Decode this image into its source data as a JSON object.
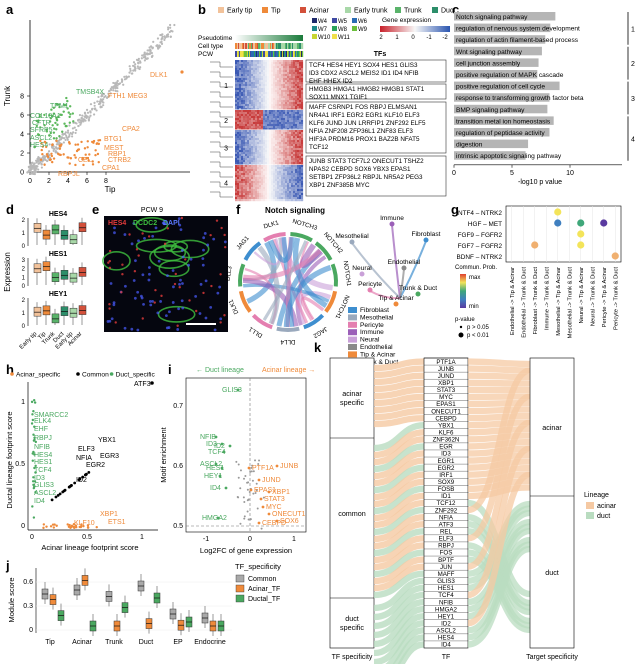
{
  "panels": {
    "a": "a",
    "b": "b",
    "c": "c",
    "d": "d",
    "e": "e",
    "f": "f",
    "g": "g",
    "h": "h",
    "i": "i",
    "j": "j",
    "k": "k"
  },
  "a": {
    "xlabel": "Tip",
    "ylabel": "Trunk",
    "xticks": [
      "0",
      "2",
      "4",
      "6",
      "8"
    ],
    "yticks": [
      "0",
      "2",
      "4",
      "6",
      "8"
    ],
    "genes_orange": [
      "DLK1",
      "FTH1",
      "MEG3",
      "BTG1",
      "MEST",
      "RBP1",
      "CPA2",
      "CTRB2",
      "CEL",
      "CPA1",
      "RBPJL"
    ],
    "genes_green": [
      "TMSB4X",
      "TPM1",
      "COL18A1",
      "CFTR",
      "SFRP5",
      "ASCL2",
      "HES4"
    ]
  },
  "b": {
    "pseudotime": "Pseudotime",
    "celltype": "Cell type",
    "pcw": "PCW",
    "legend_types": [
      {
        "label": "Early tip",
        "color": "#f2c29a"
      },
      {
        "label": "Tip",
        "color": "#ef8a3a"
      },
      {
        "label": "Acinar",
        "color": "#d3503a"
      },
      {
        "label": "Early trunk",
        "color": "#a8d8a8"
      },
      {
        "label": "Trunk",
        "color": "#59b36a"
      },
      {
        "label": "Duct",
        "color": "#2c8e6a"
      }
    ],
    "legend_weeks": [
      {
        "label": "W4",
        "color": "#1f2a6b"
      },
      {
        "label": "W5",
        "color": "#3f4aa3"
      },
      {
        "label": "W6",
        "color": "#2a6cb4"
      },
      {
        "label": "W7",
        "color": "#1f8a8a"
      },
      {
        "label": "W8",
        "color": "#2ba35a"
      },
      {
        "label": "W9",
        "color": "#6bbf3c"
      },
      {
        "label": "W10",
        "color": "#c8d631"
      },
      {
        "label": "W11",
        "color": "#f0e04a"
      }
    ],
    "expr_title": "Gene expression",
    "expr_ticks": [
      "2",
      "1",
      "0",
      "-1",
      "-2"
    ],
    "tfs_title": "TFs",
    "clusters": [
      "1",
      "2",
      "3",
      "4"
    ],
    "tfs": [
      [
        "TCF4 HES4 HEY1 SOX4 HES1 GLIS3",
        "ID3 CDX2 ASCL2 MEIS2 ID1 ID4 NFIB",
        "EHF HHEX ID2"
      ],
      [
        "HMGB3 HMGA1 HMGB2 HMGB1 STAT1",
        "SOX11 MNX1 TGIF1"
      ],
      [
        "MAFF CSRNP1 FOS RBPJ ELMSAN1",
        "NR4A1 IRF1 EGR2 EGR1 KLF10 ELF3",
        "KLF6 JUND JUN LRRFIP1 ZNF292 ELF5",
        "NFIA ZNF208 ZFP36L1 ZNF83 ELF3",
        "HIF3A PRDM16 PROX1 BAZ2B NFAT5",
        "TCF12"
      ],
      [
        "JUNB STAT3 TCF7L2 ONECUT1 TSHZ2",
        "NPAS2 CEBPD SOX6 YBX3 EPAS1",
        "SETBP1 ZFP36L2 RBPJL NR5A2 PEG3",
        "XBP1 ZNF385B MYC"
      ]
    ]
  },
  "c": {
    "terms": [
      {
        "label": "Notch signaling pathway",
        "value": 10.8
      },
      {
        "label": "regulation of nervous system development",
        "value": 9.6
      },
      {
        "label": "regulation of actin filament-based process",
        "value": 8.4
      },
      {
        "label": "Wnt signaling pathway",
        "value": 7.6
      },
      {
        "label": "cell junction assembly",
        "value": 6.8
      },
      {
        "label": "positive regulation of MAPK cascade",
        "value": 6.5
      },
      {
        "label": "positive regulation of cell cycle",
        "value": 11.8
      },
      {
        "label": "response to transforming growth factor beta",
        "value": 9.4
      },
      {
        "label": "BMP signaling pathway",
        "value": 8.9
      },
      {
        "label": "transition metal ion homeostasis",
        "value": 10.4
      },
      {
        "label": "regulation of peptidase activity",
        "value": 9.4
      },
      {
        "label": "digestion",
        "value": 4.3
      },
      {
        "label": "intrinsic apoptotic signaling pathway",
        "value": 3.7
      }
    ],
    "cluster_labels": [
      "1",
      "2",
      "3",
      "4"
    ],
    "xticks": [
      "0",
      "5",
      "10"
    ],
    "xlabel": "-log10 p value"
  },
  "d": {
    "genes": [
      "HES4",
      "HES1",
      "HEY1"
    ],
    "ylabel": "Expression",
    "categories": [
      "Early tip",
      "Tip",
      "Trunk",
      "Duct",
      "Early tip",
      "Acinar"
    ],
    "yticks": [
      [
        "0",
        "1",
        "2"
      ],
      [
        "0",
        "1",
        "2",
        "3"
      ],
      [
        "0",
        "1",
        "2"
      ]
    ]
  },
  "e": {
    "title": "PCW 9",
    "labels": [
      {
        "text": "HES4",
        "color": "#e23b3b"
      },
      {
        "text": "DCDC2",
        "color": "#3fbf3f"
      },
      {
        "text": "DAPI",
        "color": "#5a78ff"
      }
    ]
  },
  "f": {
    "title": "Notch signaling",
    "ligands": [
      "NOTCH3",
      "NOTCH2",
      "NOTCH1",
      "NOTCH1",
      "JAG2",
      "DLL4",
      "DLL1",
      "DLK1",
      "DLL3",
      "JAG1",
      "DLK1"
    ],
    "groups": [
      "Immune",
      "Fibroblast",
      "Mesothelial",
      "Endothelial",
      "Neural",
      "Pericyte",
      "Tip & Acinar",
      "Trunk & Duct"
    ],
    "legend": [
      {
        "label": "Fibroblast",
        "color": "#3e8ecf"
      },
      {
        "label": "Mesothelial",
        "color": "#9aa9bd"
      },
      {
        "label": "Pericyte",
        "color": "#e47fb0"
      },
      {
        "label": "Immune",
        "color": "#9b5fb8"
      },
      {
        "label": "Neural",
        "color": "#c9a0d8"
      },
      {
        "label": "Endothelial",
        "color": "#8a8a8a"
      },
      {
        "label": "Tip & Acinar",
        "color": "#ef8a3a"
      },
      {
        "label": "Trunk & Duct",
        "color": "#4aa860"
      }
    ]
  },
  "g": {
    "rows": [
      "NTF4 – NTRK2",
      "HGF – MET",
      "FGF9 – FGFR2",
      "FGF7 – FGFR2",
      "BDNF – NTRK2"
    ],
    "cols": [
      "Endothelial -> Tip & Acinar",
      "Endothelial -> Trunk & Duct",
      "Fibroblast -> Trunk & Duct",
      "Immune -> Trunk & Duct",
      "Mesothelial -> Tip & Acinar",
      "Mesothelial -> Trunk & Duct",
      "Neural -> Tip & Acinar",
      "Neural -> Trunk & Duct",
      "Pericyte -> Tip & Acinar",
      "Pericyte -> Trunk & Duct"
    ],
    "points": [
      {
        "row": 0,
        "col": 4,
        "color": "#f3e45a"
      },
      {
        "row": 1,
        "col": 4,
        "color": "#3f7fbf"
      },
      {
        "row": 1,
        "col": 6,
        "color": "#3fa77a"
      },
      {
        "row": 1,
        "col": 8,
        "color": "#5a3aa0"
      },
      {
        "row": 2,
        "col": 6,
        "color": "#f3e45a"
      },
      {
        "row": 3,
        "col": 2,
        "color": "#f0b070"
      },
      {
        "row": 3,
        "col": 6,
        "color": "#f3e45a"
      },
      {
        "row": 4,
        "col": 9,
        "color": "#f0b070"
      }
    ],
    "legend_title": "Commun. Prob.",
    "legend_max": "max",
    "legend_min": "min",
    "pvalue_title": "p-value",
    "pvalue_items": [
      "p > 0.05",
      "p < 0.01"
    ]
  },
  "h": {
    "legend": [
      "Acinar_specific",
      "Common",
      "Duct_specific"
    ],
    "xlabel": "Acinar lineage footprint score",
    "ylabel": "Ductal lineage footprint score",
    "xticks": [
      "0",
      "0.5",
      "1"
    ],
    "yticks": [
      "0",
      "0.5",
      "1"
    ],
    "labels_green": [
      "SMARCC2",
      "ELK4",
      "EHF",
      "RBPJ",
      "NFIB",
      "HES4",
      "HES1",
      "TCF4",
      "ID3",
      "GLIS3",
      "ASCL2",
      "ID4"
    ],
    "labels_black": [
      "ATF3",
      "YBX1",
      "ELF3",
      "EGR3",
      "NFIA",
      "EGR2",
      "ID2"
    ],
    "labels_orange": [
      "XBP1",
      "ETS1",
      "KLF10"
    ]
  },
  "i": {
    "duct_title": "Duct lineage",
    "acinar_title": "Acinar lineage",
    "xlabel": "Log2FC of gene expression",
    "ylabel": "Motif enrichment",
    "xticks": [
      "-1",
      "0",
      "1"
    ],
    "yticks": [
      "0.5",
      "0.6",
      "0.7"
    ],
    "labels_green": [
      "GLIS3",
      "NFIB",
      "ID3",
      "ID2",
      "TCF4",
      "ASCL2",
      "HES1",
      "HEY1",
      "ID4",
      "HMGA2"
    ],
    "labels_orange": [
      "JUNB",
      "PTF1A",
      "JUND",
      "EPAS1",
      "XBP1",
      "STAT3",
      "MYC",
      "ONECUT1",
      "SOX6",
      "CEBPD"
    ]
  },
  "j": {
    "ylabel": "Module score",
    "categories": [
      "Tip",
      "Acinar",
      "Trunk",
      "Duct",
      "EP",
      "Endocrine"
    ],
    "yticks": [
      "0",
      "0.3",
      "0.6"
    ],
    "legend_title": "TF_specificity",
    "legend": [
      {
        "label": "Common",
        "color": "#a9a9a9"
      },
      {
        "label": "Acinar_TF",
        "color": "#ef8a3a"
      },
      {
        "label": "Ductal_TF",
        "color": "#4aa860"
      }
    ],
    "medians": [
      [
        0.45,
        0.38,
        0.18
      ],
      [
        0.5,
        0.62,
        0.05
      ],
      [
        0.42,
        0.05,
        0.28
      ],
      [
        0.55,
        0.08,
        0.4
      ],
      [
        0.2,
        0.06,
        0.1
      ],
      [
        0.15,
        0.05,
        0.05
      ]
    ]
  },
  "k": {
    "left_labels": [
      "acinar specific",
      "common",
      "duct specific"
    ],
    "tfs": [
      "PTF1A",
      "JUNB",
      "JUND",
      "XBP1",
      "STAT3",
      "MYC",
      "EPAS1",
      "ONECUT1",
      "CEBPD",
      "YBX1",
      "KLF6",
      "ZNF362N",
      "EGR",
      "ID3",
      "EGR1",
      "EGR2",
      "IRF1",
      "SOX9",
      "FOSB",
      "ID1",
      "TCF12",
      "ZNF292",
      "NFIA",
      "ATF3",
      "REL",
      "ELF3",
      "RBPJ",
      "FOS",
      "BPTF",
      "JUN",
      "MAFF",
      "GLIS3",
      "HES1",
      "TCF4",
      "NFIB",
      "HMGA2",
      "HEY1",
      "ID2",
      "ASCL2",
      "HES4",
      "ID4"
    ],
    "right_labels": [
      "acinar",
      "duct"
    ],
    "axis_left": "TF specificity",
    "axis_mid": "TF",
    "axis_right": "Target specificity",
    "legend_title": "Lineage",
    "legend": [
      {
        "label": "acinar",
        "color": "#f5c9a3"
      },
      {
        "label": "duct",
        "color": "#b9dcc0"
      }
    ]
  }
}
